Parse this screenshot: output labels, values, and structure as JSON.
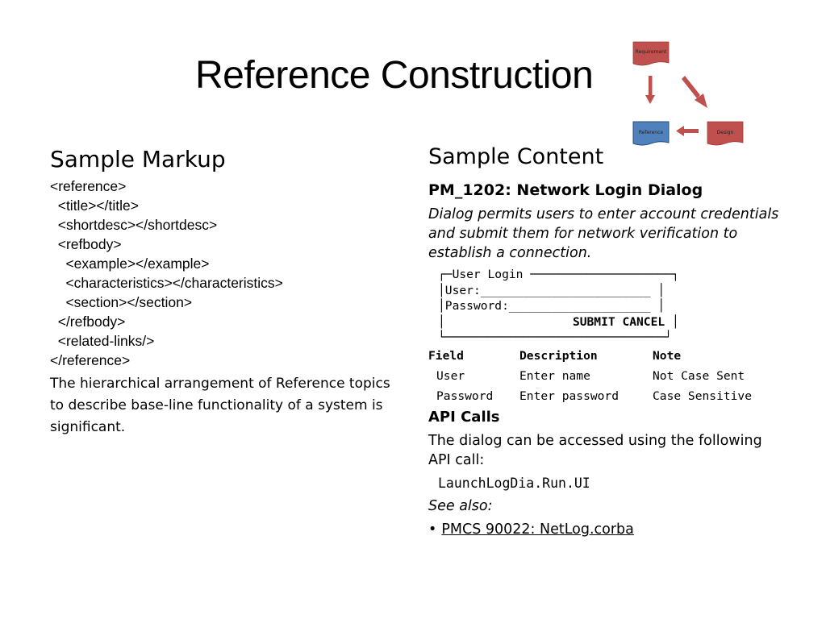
{
  "slide": {
    "title": "Reference Construction"
  },
  "diagram": {
    "nodes": {
      "requirement": "Requirement",
      "reference": "Reference",
      "design": "Design"
    },
    "colors": {
      "requirement": "#c0504d",
      "design": "#c0504d",
      "reference": "#4f81bd",
      "arrow": "#c0504d"
    }
  },
  "left": {
    "heading": "Sample Markup",
    "markup_lines": [
      "<reference>",
      "  <title></title>",
      "  <shortdesc></shortdesc>",
      "  <refbody>",
      "    <example></example>",
      "    <characteristics></characteristics>",
      "    <section></section>",
      "  </refbody>",
      "  <related-links/>",
      "</reference>"
    ],
    "description": "The hierarchical arrangement of Reference topics to describe base-line functionality of a system is significant."
  },
  "right": {
    "heading": "Sample Content",
    "topic_title": "PM_1202: Network Login Dialog",
    "topic_desc": "Dialog permits users to enter account credentials and submit them for network verification to establish a connection.",
    "login_box": {
      "title": "User Login",
      "user_label": "User:",
      "password_label": "Password:",
      "submit": "SUBMIT",
      "cancel": "CANCEL"
    },
    "table": {
      "headers": [
        "Field",
        "Description",
        "Note"
      ],
      "rows": [
        [
          "User",
          "Enter name",
          "Not Case Sent"
        ],
        [
          "Password",
          "Enter password",
          "Case Sensitive"
        ]
      ]
    },
    "api_heading": "API Calls",
    "api_desc": "The dialog can be accessed using the following API call:",
    "api_call": "LaunchLogDia.Run.UI",
    "see_also": "See also:",
    "related_link": "PMCS 90022: NetLog.corba"
  }
}
